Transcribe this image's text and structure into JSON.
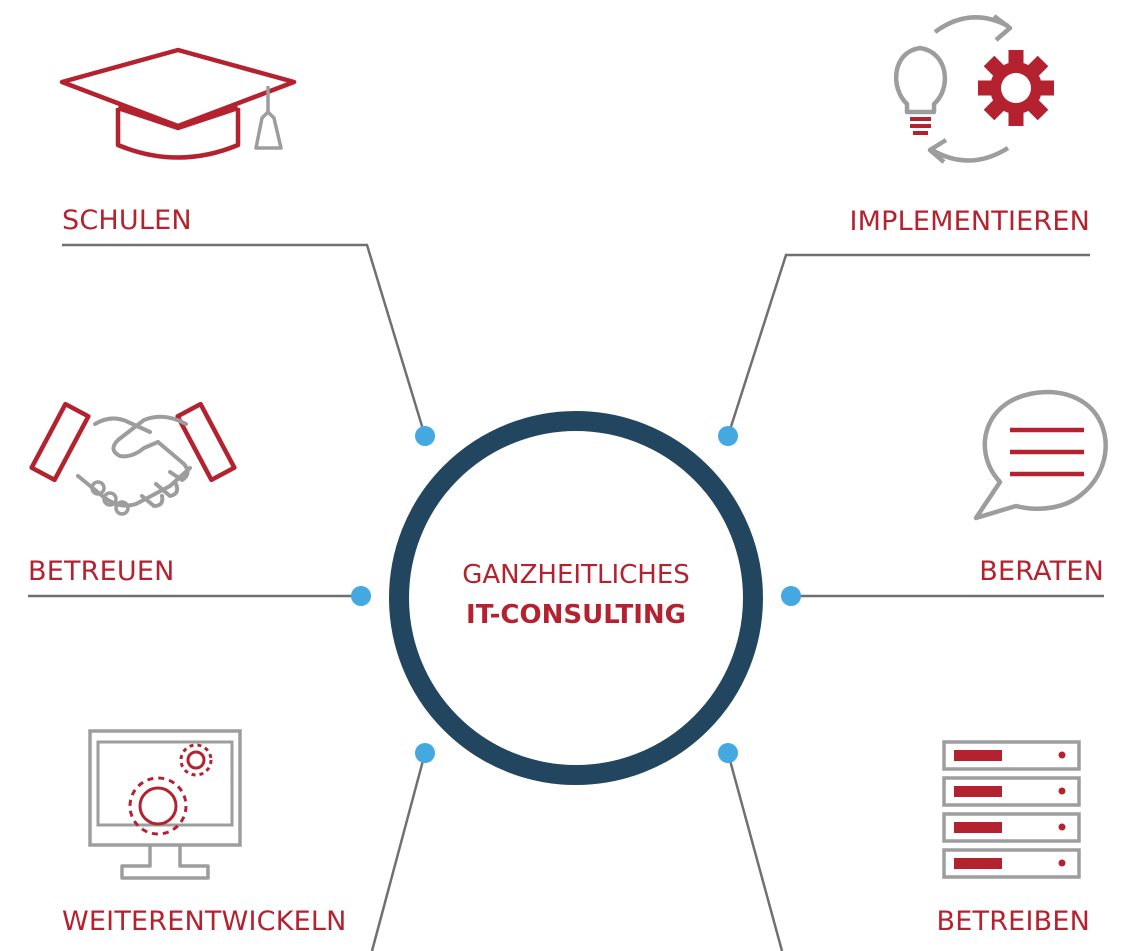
{
  "center": {
    "line1": "GANZHEITLICHES",
    "line2": "IT-CONSULTING"
  },
  "nodes": {
    "schulen": "SCHULEN",
    "implementieren": "IMPLEMENTIEREN",
    "betreuen": "BETREUEN",
    "beraten": "BERATEN",
    "weiterentwickeln": "WEITERENTWICKELN",
    "betreiben": "BETREIBEN"
  },
  "colors": {
    "accent_red": "#b5222f",
    "ring_navy": "#22465f",
    "connector_gray": "#707070",
    "dot_blue": "#43a9e0",
    "icon_gray": "#9d9d9d"
  },
  "icons": {
    "schulen": "graduation-cap-icon",
    "implementieren": "idea-to-gear-cycle-icon",
    "betreuen": "handshake-icon",
    "beraten": "speech-bubble-icon",
    "weiterentwickeln": "monitor-gears-icon",
    "betreiben": "server-rack-icon"
  }
}
